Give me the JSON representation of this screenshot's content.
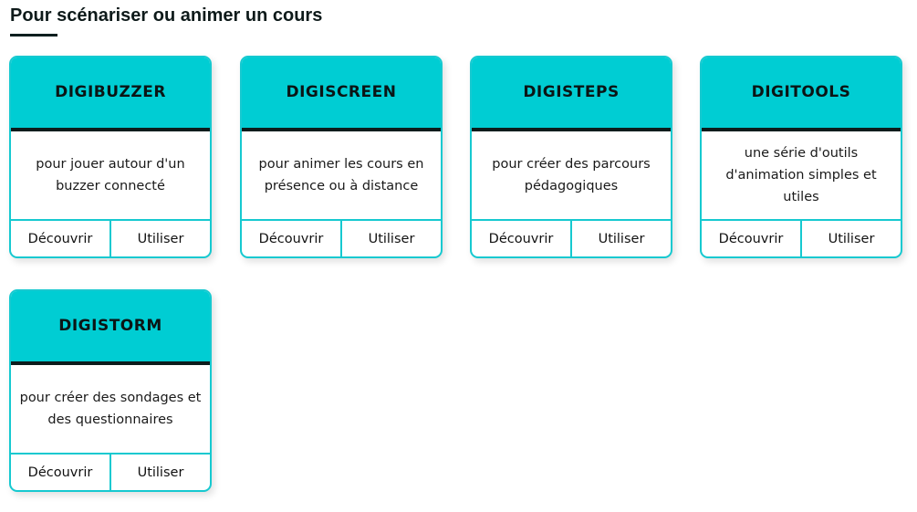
{
  "section": {
    "title": "Pour scénariser ou animer un cours"
  },
  "cards": [
    {
      "title": "DIGIBUZZER",
      "desc_line1": "pour jouer autour d'un",
      "desc_line2": "buzzer connecté",
      "discover": "Découvrir",
      "use": "Utiliser"
    },
    {
      "title": "DIGISCREEN",
      "desc_line1": "pour animer les cours en",
      "desc_line2": "présence ou à distance",
      "discover": "Découvrir",
      "use": "Utiliser"
    },
    {
      "title": "DIGISTEPS",
      "desc_line1": "pour créer des parcours",
      "desc_line2": "pédagogiques",
      "discover": "Découvrir",
      "use": "Utiliser"
    },
    {
      "title": "DIGITOOLS",
      "desc_line1": "une série d'outils",
      "desc_line2": "d'animation simples et utiles",
      "discover": "Découvrir",
      "use": "Utiliser"
    },
    {
      "title": "DIGISTORM",
      "desc_line1": "pour créer des sondages et",
      "desc_line2": "des questionnaires",
      "discover": "Découvrir",
      "use": "Utiliser"
    }
  ],
  "colors": {
    "accent": "#00cdd3",
    "border": "#16c9d0",
    "dark": "#0d1c1c"
  }
}
